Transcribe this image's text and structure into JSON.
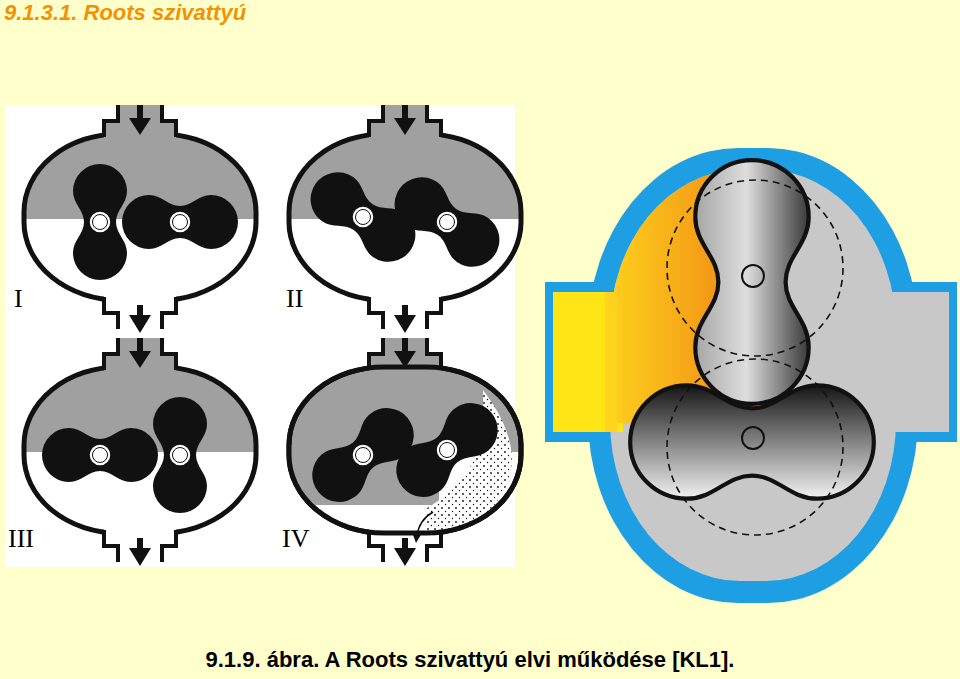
{
  "diagram": {
    "title": "9.1.3.1. Roots szivattyú",
    "caption": "9.1.9. ábra. A Roots szivattyú elvi működése [KL1].",
    "labels": [
      "I",
      "II",
      "III",
      "IV"
    ]
  }
}
